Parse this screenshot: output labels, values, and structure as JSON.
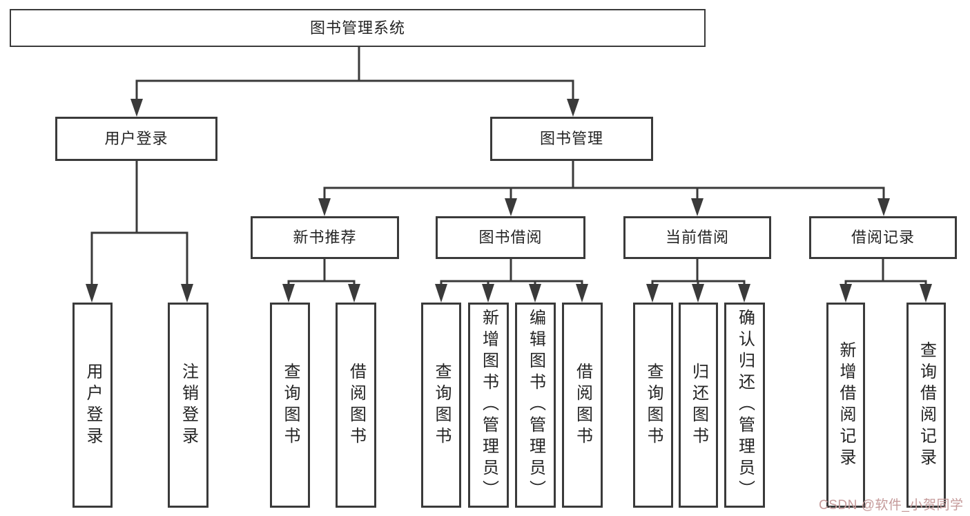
{
  "diagram": {
    "tree": {
      "label": "图书管理系统",
      "children": [
        {
          "label": "用户登录",
          "children": [
            {
              "label": "用户登录"
            },
            {
              "label": "注销登录"
            }
          ]
        },
        {
          "label": "图书管理",
          "children": [
            {
              "label": "新书推荐",
              "children": [
                {
                  "label": "查询图书"
                },
                {
                  "label": "借阅图书"
                }
              ]
            },
            {
              "label": "图书借阅",
              "children": [
                {
                  "label": "查询图书"
                },
                {
                  "label": "新增图书（管理员）"
                },
                {
                  "label": "编辑图书（管理员）"
                },
                {
                  "label": "借阅图书"
                }
              ]
            },
            {
              "label": "当前借阅",
              "children": [
                {
                  "label": "查询图书"
                },
                {
                  "label": "归还图书"
                },
                {
                  "label": "确认归还（管理员）"
                }
              ]
            },
            {
              "label": "借阅记录",
              "children": [
                {
                  "label": "新增借阅记录"
                },
                {
                  "label": "查询借阅记录"
                }
              ]
            }
          ]
        }
      ]
    },
    "colors": {
      "box_border": "#3a3a3a",
      "line": "#3a3a3a",
      "text": "#242424",
      "background": "#ffffff",
      "watermark": "#c59a9a"
    }
  },
  "watermark": {
    "text": "CSDN @软件_小贺同学"
  }
}
